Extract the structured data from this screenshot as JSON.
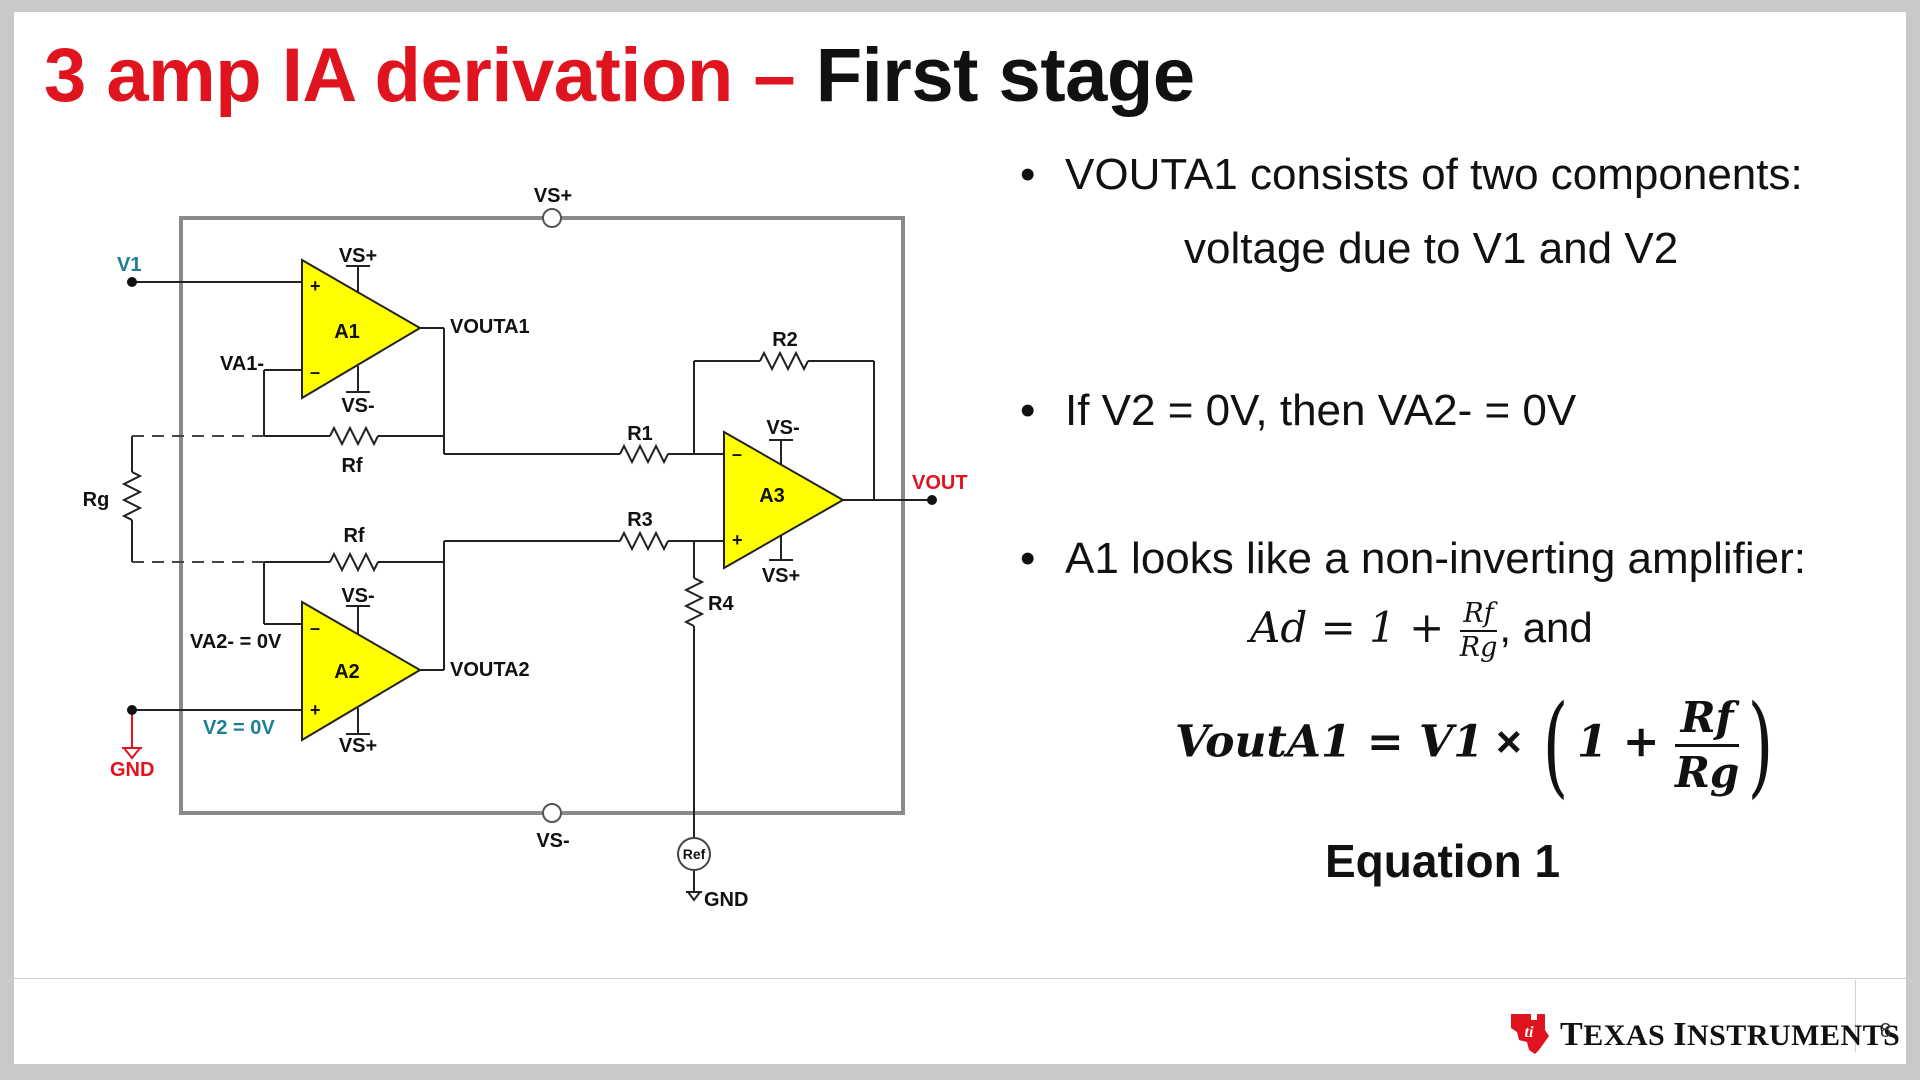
{
  "title": {
    "part1": "3 amp IA derivation – ",
    "part2": "First stage"
  },
  "colors": {
    "title_red": "#e0141e",
    "opamp_fill": "#ffff00",
    "label_teal": "#1c7f94",
    "label_red": "#e0141e"
  },
  "circuit": {
    "vs_plus_top": "VS+",
    "vs_minus_bottom": "VS-",
    "v1": "V1",
    "va1_minus": "VA1-",
    "rg": "Rg",
    "a1": "A1",
    "a1_supply_top": "VS+",
    "a1_supply_bottom": "VS-",
    "vouta1": "VOUTA1",
    "rf_top": "Rf",
    "rf_bottom": "Rf",
    "a2": "A2",
    "a2_supply_top": "VS-",
    "a2_supply_bottom": "VS+",
    "vouta2": "VOUTA2",
    "va2_minus": "VA2- = 0V",
    "v2": "V2 = 0V",
    "gnd_left": "GND",
    "r1": "R1",
    "r2": "R2",
    "r3": "R3",
    "r4": "R4",
    "a3": "A3",
    "a3_supply_top": "VS-",
    "a3_supply_bottom": "VS+",
    "vout": "VOUT",
    "ref": "Ref",
    "gnd_ref": "GND",
    "plus_sign": "+",
    "minus_sign": "–"
  },
  "bullets": {
    "b1_line1": "VOUTA1 consists of two components:",
    "b1_line2": "voltage due to V1 and V2",
    "b2": "If V2 = 0V, then VA2- = 0V",
    "b3": "A1 looks like a non-inverting amplifier:",
    "bullet_char": "•"
  },
  "equations": {
    "ad_lhs": "Ad = 1 + ",
    "ad_num": "Rf",
    "ad_den": "Rg",
    "ad_tail": ", and",
    "vout_lhs": "VoutA1 = V1",
    "vout_times": " × ",
    "vout_inner": "1 + ",
    "vout_num": "Rf",
    "vout_den": "Rg",
    "label": "Equation 1"
  },
  "footer": {
    "company_1": "T",
    "company_2": "EXAS ",
    "company_3": "I",
    "company_4": "NSTRUMENTS",
    "page": "8"
  }
}
